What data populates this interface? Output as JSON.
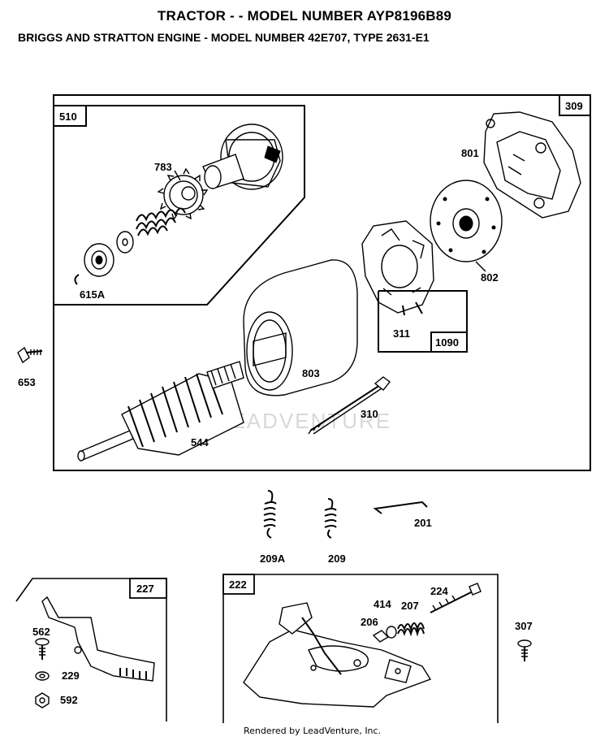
{
  "header": {
    "title": "TRACTOR - - MODEL NUMBER AYP8196B89",
    "subtitle": "BRIGGS AND STRATTON ENGINE -  MODEL NUMBER 42E707, TYPE 2631-E1"
  },
  "boxes": {
    "main": "309",
    "drive_kit": "510",
    "brush_kit": "1090",
    "governor_plate": "227",
    "control_bracket": "222"
  },
  "parts": {
    "p783": "783",
    "p615a": "615A",
    "p801": "801",
    "p802": "802",
    "p311": "311",
    "p803": "803",
    "p310": "310",
    "p544": "544",
    "p653": "653",
    "p209a": "209A",
    "p209": "209",
    "p201": "201",
    "p562": "562",
    "p229": "229",
    "p592": "592",
    "p414": "414",
    "p207": "207",
    "p224": "224",
    "p206": "206",
    "p307": "307"
  },
  "watermark": "LEADVENTURE",
  "footer": "Rendered by LeadVenture, Inc."
}
